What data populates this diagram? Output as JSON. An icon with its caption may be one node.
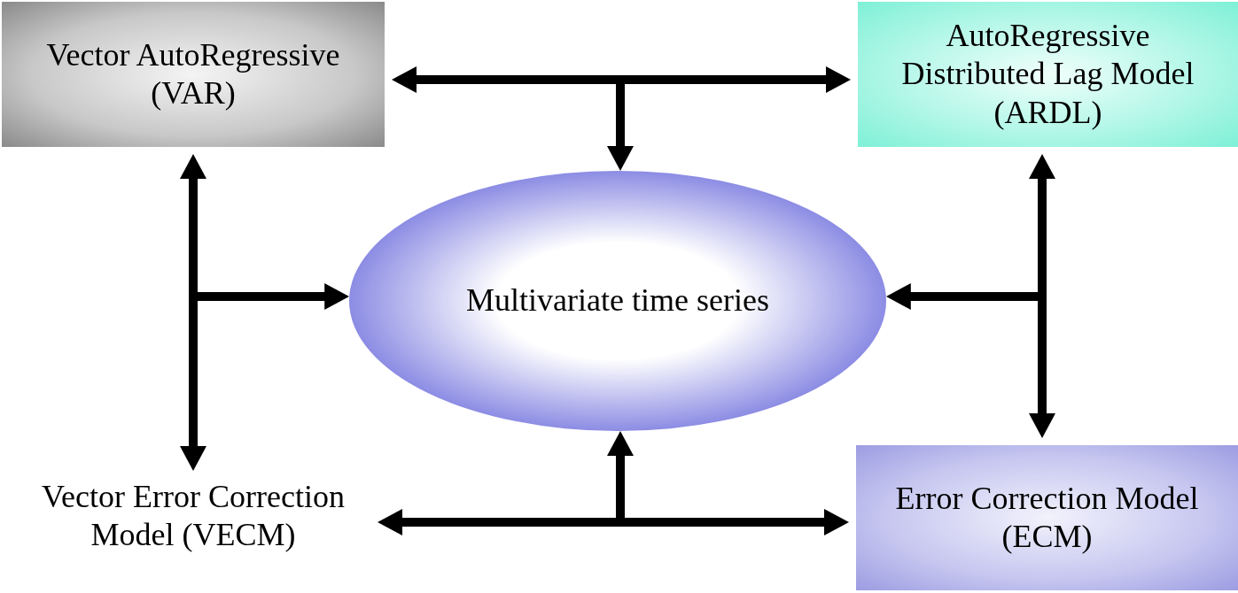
{
  "diagram": {
    "nodes": [
      {
        "text": [
          "Vector AutoRegressive (VAR)"
        ]
      },
      {
        "text": [
          "AutoRegressive Distributed Lag Model (ARDL)"
        ]
      },
      {
        "text": [
          "Multivariate time series"
        ]
      },
      {
        "text": [
          "Vector Error Correction Model (VECM)"
        ]
      },
      {
        "text": [
          "Error Correction Model (ECM)"
        ]
      }
    ],
    "edges": [
      {
        "from": 0,
        "to": 1,
        "arrow": "both"
      },
      {
        "from": null,
        "to": 2,
        "arrow": "to"
      },
      {
        "from": 0,
        "to": 3,
        "arrow": "both"
      },
      {
        "from": null,
        "to": 2,
        "arrow": "to"
      },
      {
        "from": 1,
        "to": 4,
        "arrow": "both"
      },
      {
        "from": null,
        "to": 2,
        "arrow": "to"
      },
      {
        "from": 3,
        "to": 4,
        "arrow": "both"
      },
      {
        "from": null,
        "to": 2,
        "arrow": "to"
      }
    ]
  }
}
